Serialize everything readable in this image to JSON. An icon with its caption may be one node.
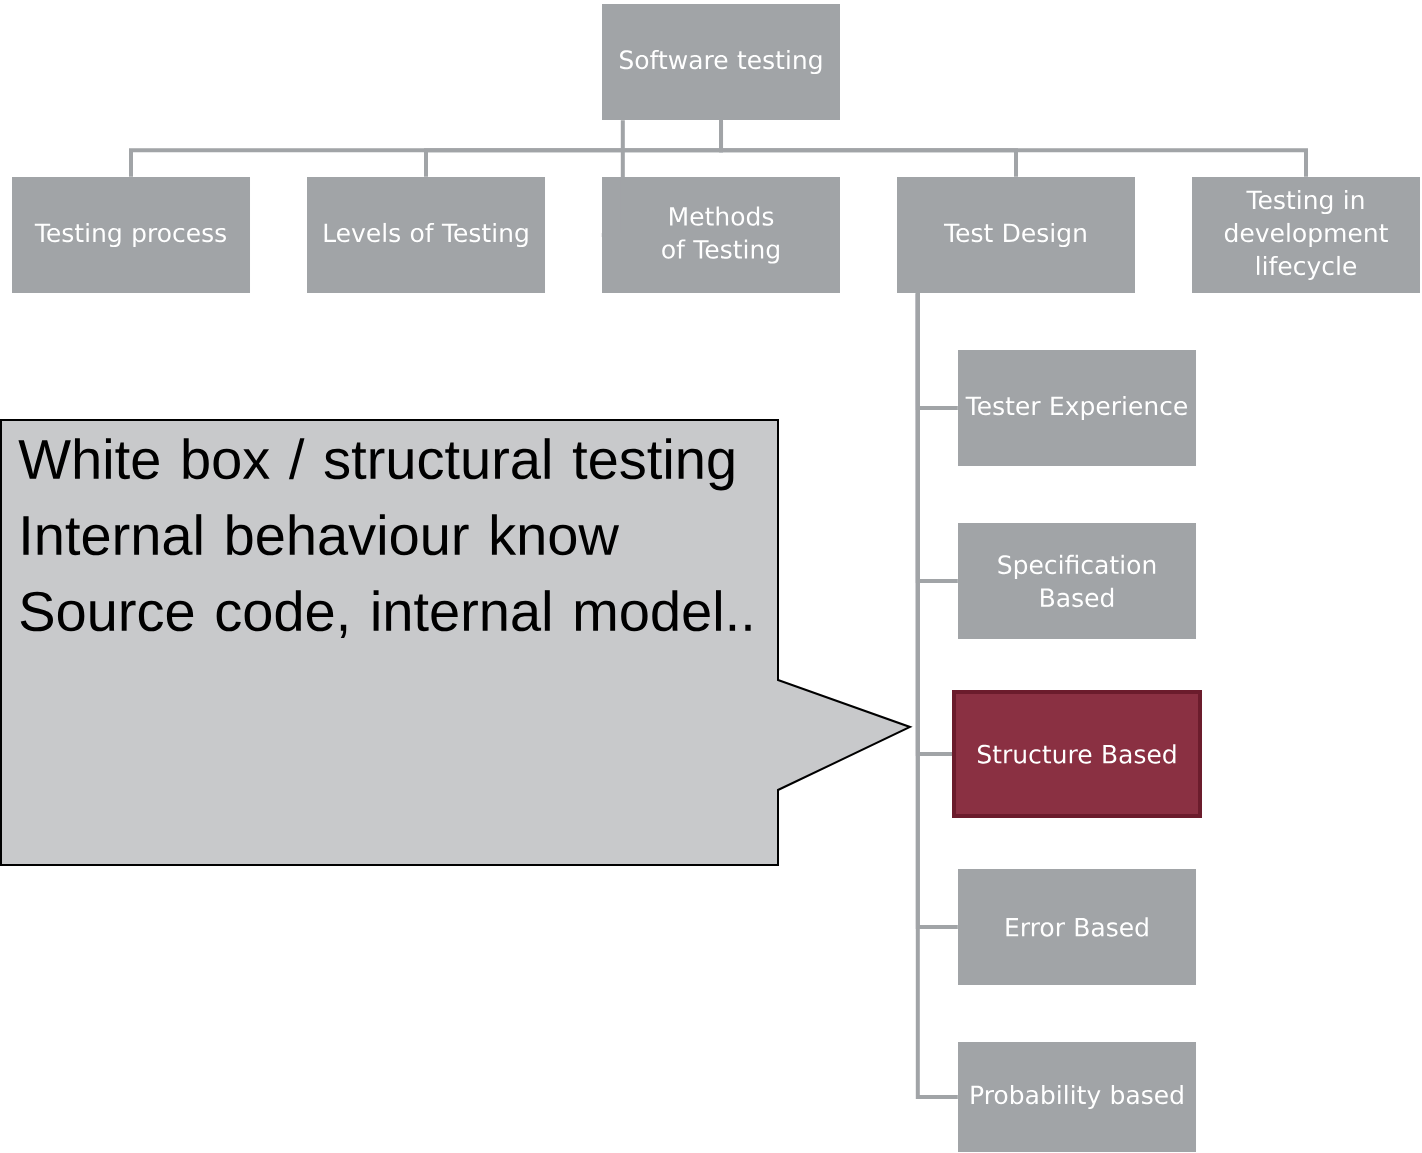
{
  "diagram": {
    "nodes": [
      {
        "text": [
          "Software testing"
        ]
      },
      {
        "text": [
          "Testing process"
        ]
      },
      {
        "text": [
          "Levels of Testing"
        ]
      },
      {
        "text": [
          "Methods of Testing"
        ]
      },
      {
        "text": [
          "Test Design"
        ]
      },
      {
        "text": [
          "Testing in development lifecycle"
        ]
      },
      {
        "text": [
          "Tester Experience"
        ]
      },
      {
        "text": [
          "Specification Based"
        ]
      },
      {
        "text": [
          "Structure Based"
        ]
      },
      {
        "text": [
          "Error Based"
        ]
      },
      {
        "text": [
          "Probability based"
        ]
      },
      {
        "text": [
          "White box / structural testing",
          "Internal behaviour know",
          "Source code, internal model.."
        ]
      }
    ],
    "edges": [
      {
        "from": 0,
        "to": 1,
        "arrow": "none"
      },
      {
        "from": 0,
        "to": 2,
        "arrow": "none"
      },
      {
        "from": 0,
        "to": 3,
        "arrow": "none"
      },
      {
        "from": 0,
        "to": 4,
        "arrow": "none"
      },
      {
        "from": 0,
        "to": 5,
        "arrow": "none"
      },
      {
        "from": 4,
        "to": 6,
        "arrow": "none"
      },
      {
        "from": 4,
        "to": 7,
        "arrow": "none"
      },
      {
        "from": 4,
        "to": 8,
        "arrow": "none"
      },
      {
        "from": 4,
        "to": 9,
        "arrow": "none"
      },
      {
        "from": 4,
        "to": 10,
        "arrow": "none"
      }
    ]
  }
}
